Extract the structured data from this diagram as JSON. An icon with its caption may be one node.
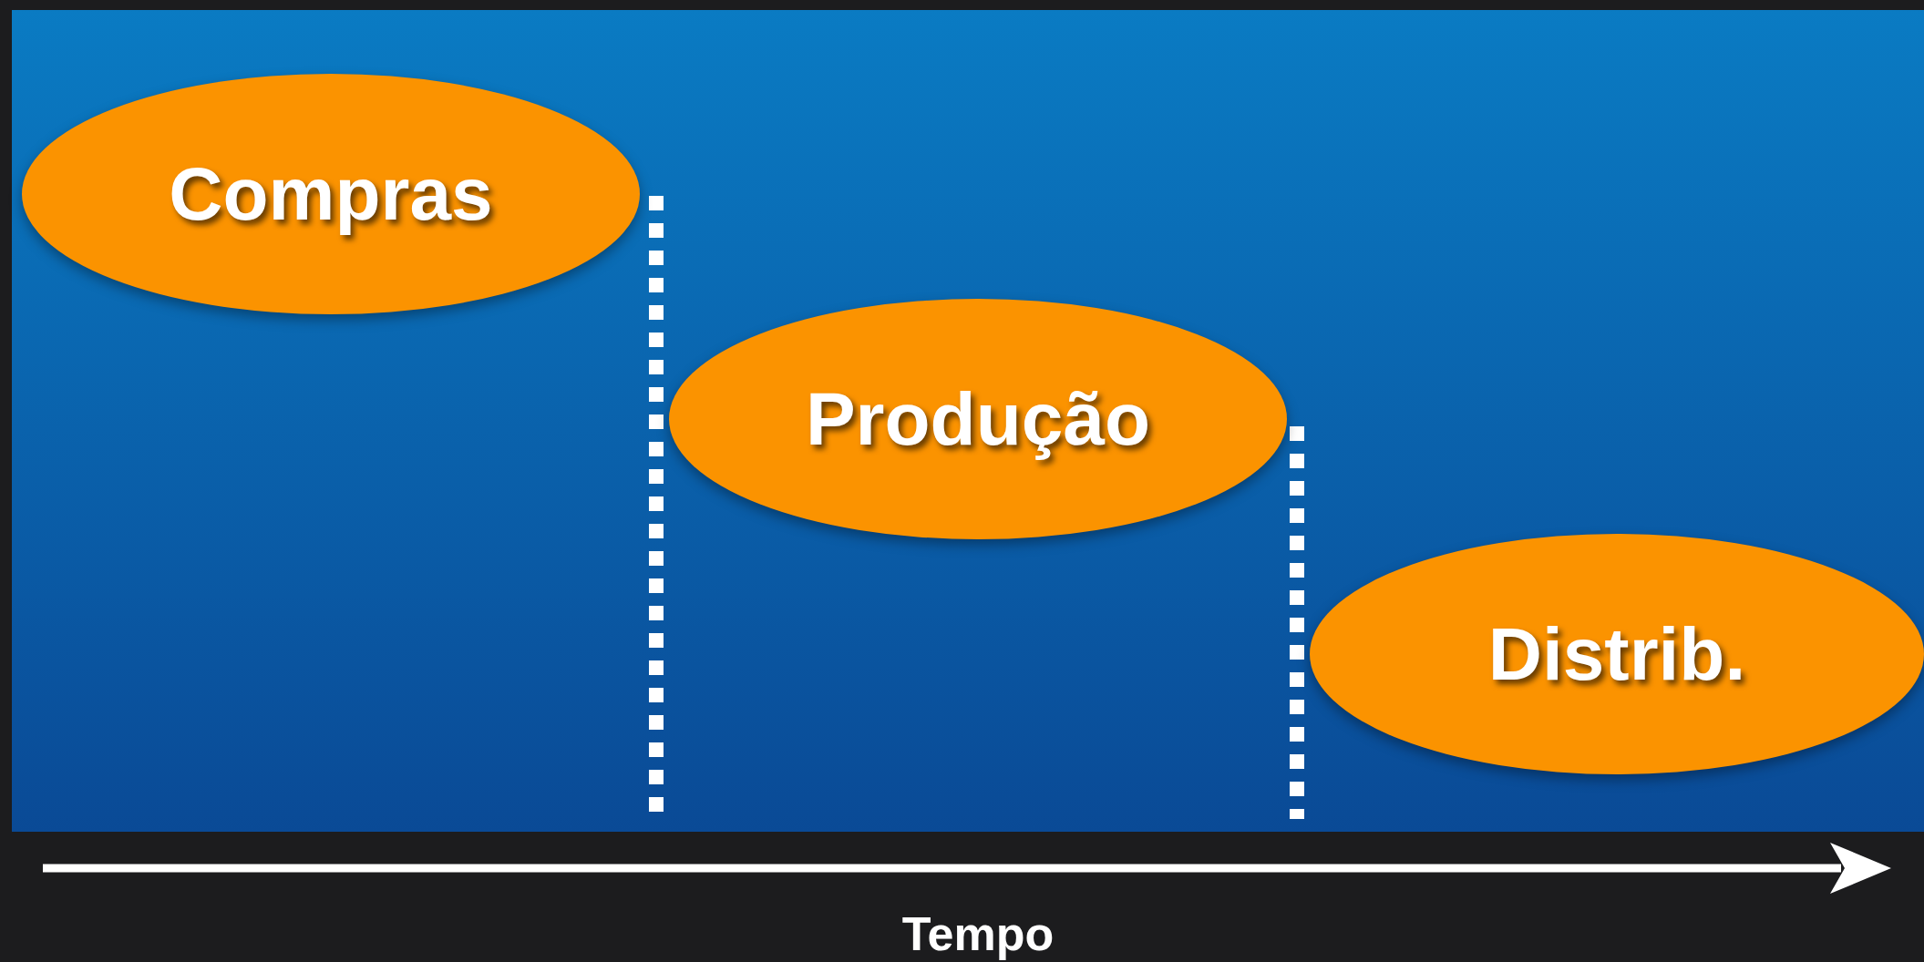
{
  "diagram": {
    "nodes": [
      {
        "text": [
          "Compras"
        ]
      },
      {
        "text": [
          "Produção"
        ]
      },
      {
        "text": [
          "Distrib."
        ]
      }
    ],
    "labels": [
      "Tempo"
    ]
  }
}
